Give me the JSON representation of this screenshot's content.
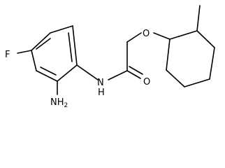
{
  "molecule": {
    "atom_labels": {
      "fluorine": "F",
      "oxygen_ether": "O",
      "oxygen_carbonyl": "O",
      "nitrogen_amide": "N",
      "hydrogen_amide": "H",
      "amine_main": "NH",
      "amine_sub": "2"
    }
  }
}
